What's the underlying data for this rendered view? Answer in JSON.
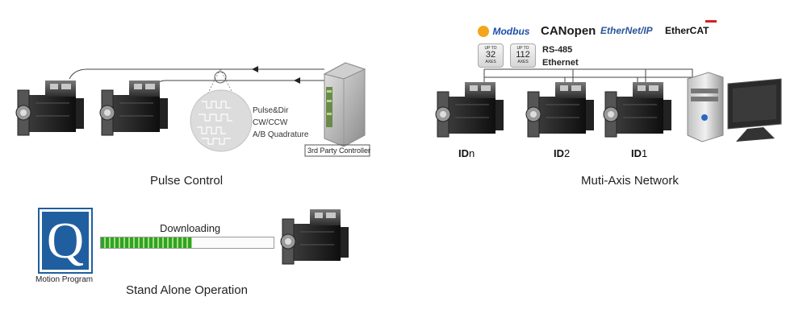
{
  "sections": {
    "pulse_control": "Pulse Control",
    "multi_axis": "Muti-Axis Network",
    "stand_alone": "Stand Alone Operation"
  },
  "pulse": {
    "signal_types": [
      "Pulse&Dir",
      "CW/CCW",
      "A/B Quadrature"
    ],
    "controller_label": "3rd Party Controller"
  },
  "network": {
    "protocols": [
      {
        "name": "Modbus",
        "icon": "modbus-logo-icon",
        "color": "#1f4fa8"
      },
      {
        "name": "CANopen",
        "icon": "canopen-logo-icon",
        "color": "#1a1a1a"
      },
      {
        "name": "EtherNet/IP",
        "icon": "ethernetip-logo-icon",
        "color": "#2a5599"
      },
      {
        "name": "EtherCAT",
        "icon": "ethercat-logo-icon",
        "color": "#111111"
      }
    ],
    "badges": [
      {
        "top": "UP TO",
        "value": "32",
        "bottom": "AXES"
      },
      {
        "top": "UP TO",
        "value": "112",
        "bottom": "AXES"
      }
    ],
    "bus_labels": [
      "RS-485",
      "Ethernet"
    ],
    "axis_ids": [
      {
        "prefix": "ID",
        "suffix": "n"
      },
      {
        "prefix": "ID",
        "suffix": "2"
      },
      {
        "prefix": "ID",
        "suffix": "1"
      }
    ]
  },
  "standalone": {
    "program_label": "Motion Program",
    "program_logo_letter": "Q",
    "download_label": "Downloading",
    "download_progress": 0.53
  },
  "colors": {
    "logo_blue": "#1f5f9f",
    "progress_green": "#2fa12f",
    "modbus_orange": "#f3a51c",
    "ethercat_red": "#d62020"
  }
}
